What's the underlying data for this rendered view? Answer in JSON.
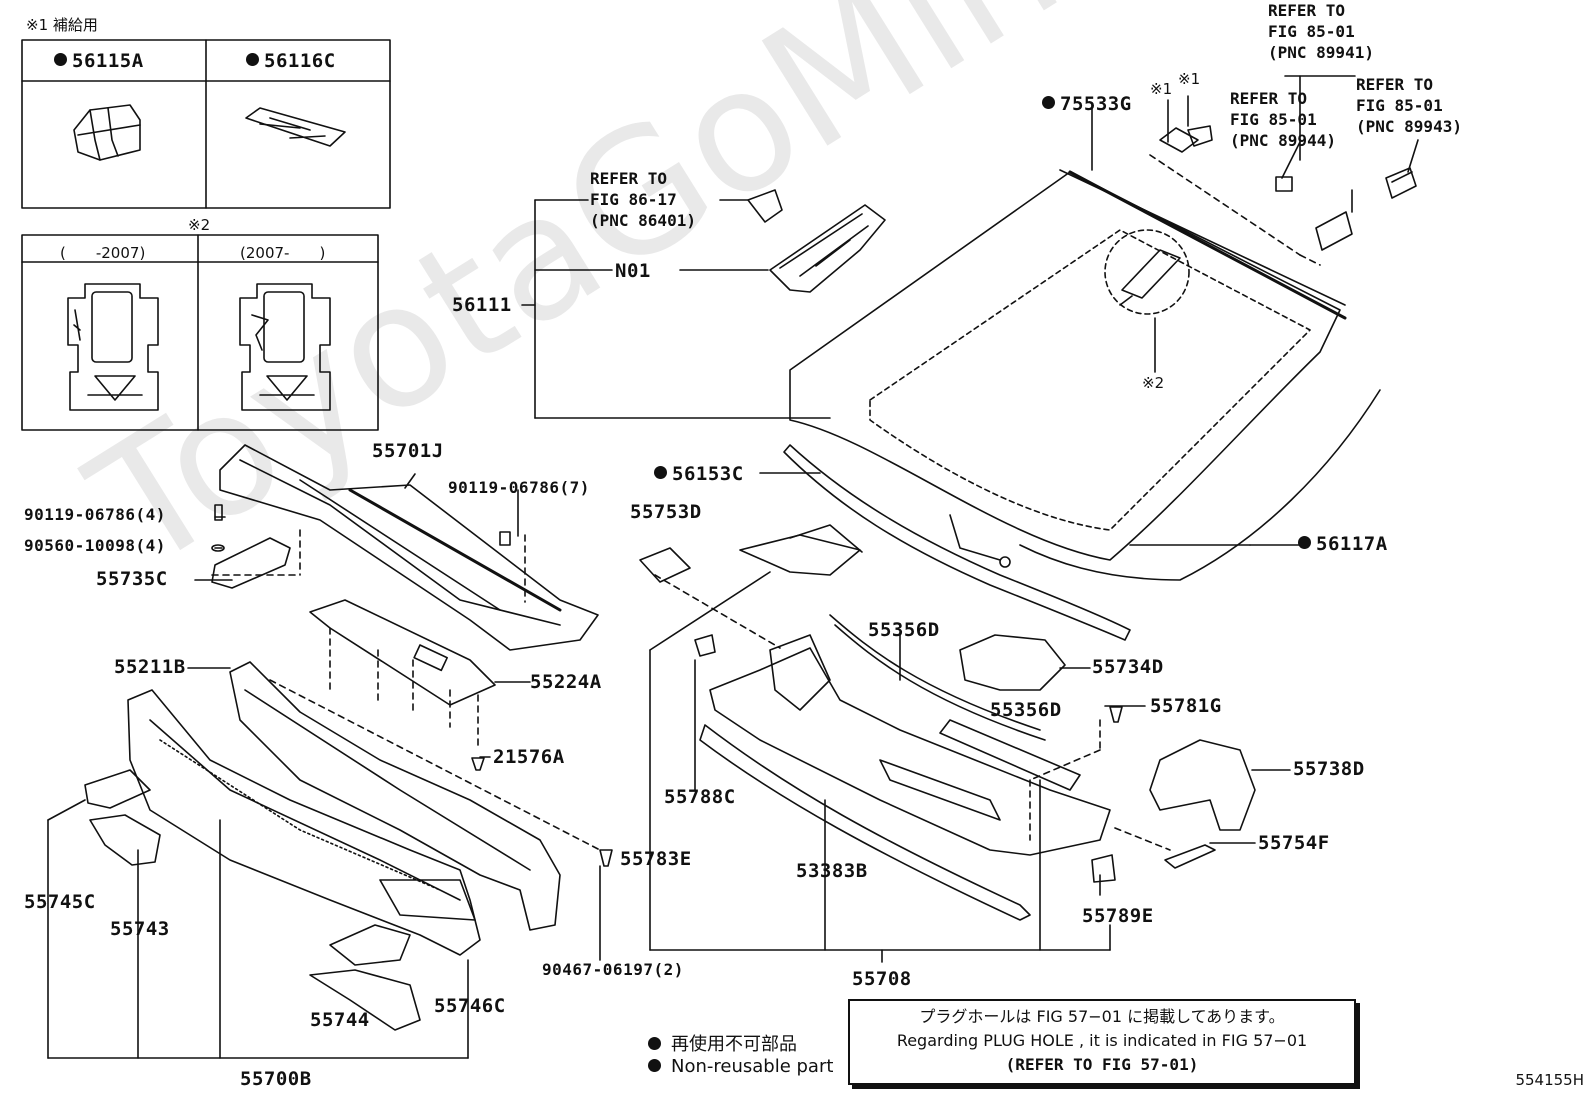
{
  "watermark": "ToyotaGoMinfe.ru",
  "fig_id": "554155H",
  "supply_title": "※1 補給用",
  "supply_boxes": [
    {
      "part": "56115A"
    },
    {
      "part": "56116C"
    }
  ],
  "mark2": "※2",
  "year_boxes": [
    {
      "range": "(　　-2007)"
    },
    {
      "range": "(2007-　　)"
    }
  ],
  "refs": {
    "ref_89941": "REFER TO\nFIG 85-01\n(PNC 89941)",
    "ref_89944": "REFER TO\nFIG 85-01\n(PNC 89944)",
    "ref_89943": "REFER TO\nFIG 85-01\n(PNC 89943)",
    "ref_86401": "REFER TO\nFIG 86-17\n(PNC 86401)"
  },
  "marks": {
    "m1a": "※1",
    "m1b": "※1",
    "m2c": "※2"
  },
  "parts": {
    "p75533G": "75533G",
    "p56111": "56111",
    "pN01": "N01",
    "p56153C": "56153C",
    "p56117A": "56117A",
    "p55701J": "55701J",
    "p90119a": "90119-06786(4)",
    "p90119b": "90119-06786(7)",
    "p90560": "90560-10098(4)",
    "p55735C": "55735C",
    "p55753D": "55753D",
    "p55224A": "55224A",
    "p55211B": "55211B",
    "p21576A": "21576A",
    "p55356D_a": "55356D",
    "p55734D": "55734D",
    "p55356D_b": "55356D",
    "p55781G": "55781G",
    "p55738D": "55738D",
    "p55788C": "55788C",
    "p55754F": "55754F",
    "p55783E": "55783E",
    "p53383B": "53383B",
    "p55789E": "55789E",
    "p55745C": "55745C",
    "p55743": "55743",
    "p90467": "90467-06197(2)",
    "p55708": "55708",
    "p55746C": "55746C",
    "p55744": "55744",
    "p55700B": "55700B"
  },
  "non_reusable": [
    "56115A",
    "56116C",
    "75533G",
    "56153C",
    "56117A"
  ],
  "legend": {
    "jp": "再使用不可部品",
    "en": "Non-reusable part"
  },
  "info": {
    "line1": "プラグホールは FIG 57−01 に掲載してあります。",
    "line2": "Regarding PLUG HOLE , it is indicated in FIG 57−01",
    "line3": "(REFER TO FIG 57-01)"
  }
}
